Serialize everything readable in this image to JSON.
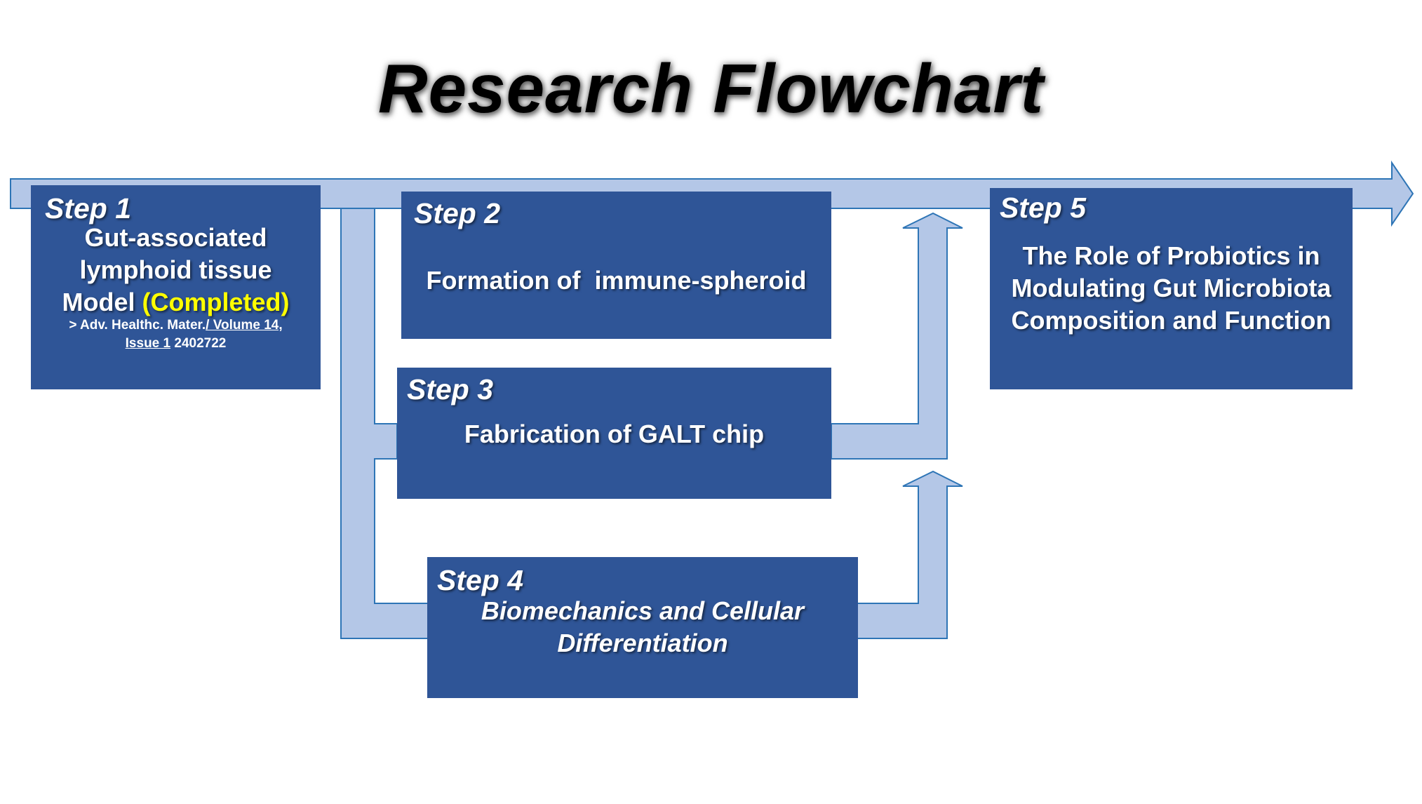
{
  "title": "Research Flowchart",
  "colors": {
    "box_fill": "#2f5597",
    "arrow_fill": "#b4c7e7",
    "arrow_stroke": "#2e75b6",
    "highlight": "#ffff00",
    "text": "#ffffff"
  },
  "steps": [
    {
      "label": "Step 1",
      "line1": "Gut-associated",
      "line2": "lymphoid tissue",
      "line3_prefix": "Model",
      "status": "(Completed)",
      "citation_prefix": "> Adv. Healthc. Mater.",
      "citation_link1": "/ Volume 14,",
      "citation_link2": "Issue 1",
      "citation_suffix": "2402722"
    },
    {
      "label": "Step 2",
      "text": "Formation of  immune-spheroid"
    },
    {
      "label": "Step 3",
      "text": "Fabrication of GALT chip"
    },
    {
      "label": "Step 4",
      "line1": "Biomechanics and Cellular",
      "line2": "Differentiation"
    },
    {
      "label": "Step 5",
      "line1": "The Role of Probiotics in",
      "line2": "Modulating Gut Microbiota",
      "line3": "Composition and Function"
    }
  ]
}
